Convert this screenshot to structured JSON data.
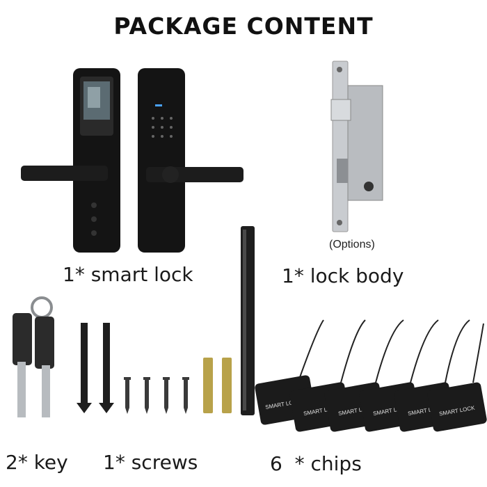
{
  "title": "PACKAGE CONTENT",
  "items": {
    "smart_lock": {
      "label": "1* smart lock"
    },
    "lock_body": {
      "label": "1* lock body",
      "note": "(Options)"
    },
    "key": {
      "label": "2* key"
    },
    "screws": {
      "label": "1* screws"
    },
    "chips": {
      "label": "6  * chips",
      "chip_text": "SMART LOCK"
    }
  },
  "colors": {
    "lock_black": "#141414",
    "metal": "#c9ccd0",
    "brass": "#b8a24a",
    "chip": "#1b1b1b"
  }
}
